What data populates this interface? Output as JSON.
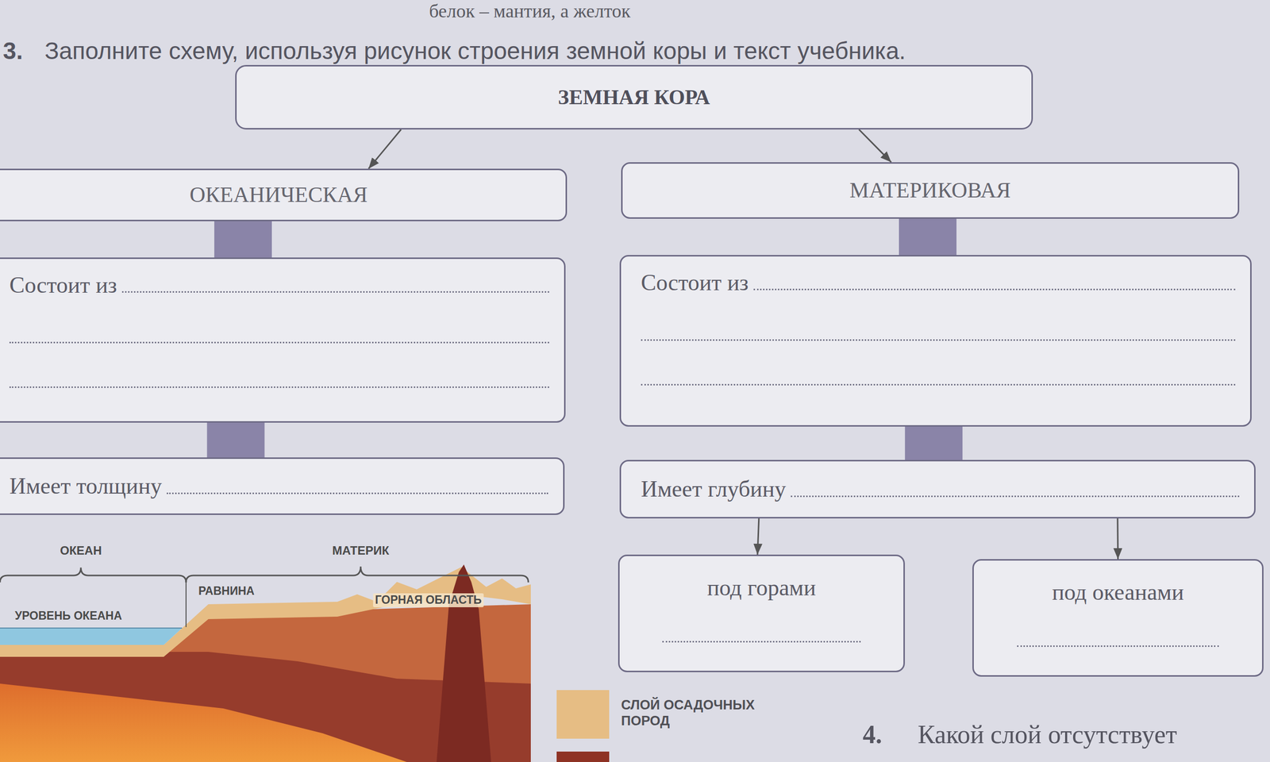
{
  "diagram": {
    "title": "Заполните схему, используя рисунок строения земной коры и текст учебника.",
    "nodes": [
      {
        "text": [
          "ЗЕМНАЯ КОРА"
        ]
      },
      {
        "text": [
          "ОКЕАНИЧЕСКАЯ"
        ]
      },
      {
        "text": [
          "МАТЕРИКОВАЯ"
        ]
      },
      {
        "text": [
          "Состоит из"
        ]
      },
      {
        "text": [
          "Состоит из"
        ]
      },
      {
        "text": [
          "Имеет толщину"
        ]
      },
      {
        "text": [
          "Имеет глубину"
        ]
      },
      {
        "text": [
          "под горами"
        ]
      },
      {
        "text": [
          "под океанами"
        ]
      }
    ],
    "edges": [
      {
        "from": 0,
        "to": 1,
        "arrow": "to"
      },
      {
        "from": 0,
        "to": 2,
        "arrow": "to"
      },
      {
        "from": 1,
        "to": 3,
        "arrow": "none"
      },
      {
        "from": 3,
        "to": 5,
        "arrow": "none"
      },
      {
        "from": 2,
        "to": 4,
        "arrow": "none"
      },
      {
        "from": 4,
        "to": 6,
        "arrow": "none"
      },
      {
        "from": 6,
        "to": 7,
        "arrow": "to"
      },
      {
        "from": 6,
        "to": 8,
        "arrow": "to"
      }
    ],
    "labels": [
      "белок – мантия, а желток",
      "3.",
      "ОКЕАН",
      "МАТЕРИК",
      "РАВНИНА",
      "ГОРНАЯ ОБЛАСТЬ",
      "УРОВЕНЬ ОКЕАНА",
      "4.",
      "Какой слой отсутствует"
    ],
    "legend": [
      {
        "text": "СЛОЙ ОСАДОЧНЫХ ПОРОД",
        "color": "#e6bd84"
      }
    ]
  }
}
